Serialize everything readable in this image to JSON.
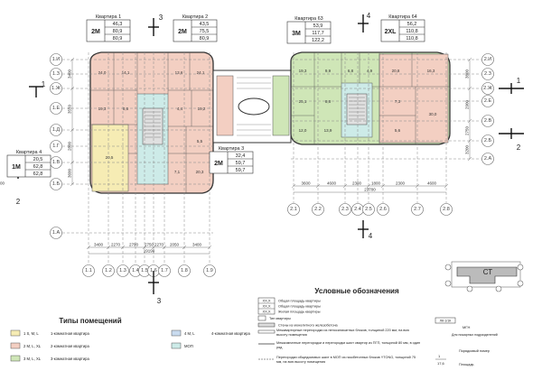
{
  "apartments": {
    "kv1": {
      "title": "Квартира 1",
      "type": "2M",
      "values": [
        "46,3",
        "80,9",
        "80,9"
      ]
    },
    "kv2": {
      "title": "Квартира 2",
      "type": "2M",
      "values": [
        "43,5",
        "75,5",
        "80,9"
      ]
    },
    "kv63": {
      "title": "Квартира 63",
      "type": "3M",
      "values": [
        "53,9",
        "117,7",
        "122,2"
      ]
    },
    "kv64": {
      "title": "Квартира 64",
      "type": "2XL",
      "values": [
        "56,2",
        "110,8",
        "110,8"
      ]
    },
    "kv4": {
      "title": "Квартира 4",
      "type": "1M",
      "values": [
        "20,5",
        "62,8",
        "62,8"
      ]
    },
    "kv3": {
      "title": "Квартира 3",
      "type": "2M",
      "values": [
        "32,4",
        "59,7",
        "59,7"
      ]
    }
  },
  "section_marks": {
    "s1": "1",
    "s2": "2",
    "s3": "3",
    "s4": "4"
  },
  "axes_left": [
    "1.И",
    "1.З",
    "1.Ж",
    "1.Е",
    "1.Д",
    "1.Г",
    "1.В",
    "1.Б",
    "1.А"
  ],
  "axes_right": [
    "2.И",
    "2.З",
    "2.Ж",
    "2.Е",
    "2.В",
    "2.Б",
    "2.А"
  ],
  "axes_bottom_1": [
    "1.1",
    "1.2",
    "1.3",
    "1.4",
    "1.5",
    "1.6",
    "1.7",
    "1.8",
    "1.9"
  ],
  "axes_bottom_2": [
    "2.1",
    "2.2",
    "2.3",
    "2.4",
    "2.5",
    "2.6",
    "2.7",
    "2.8"
  ],
  "dims_bottom_1": [
    "3400",
    "2270",
    "2790",
    "2750",
    "2270",
    "2050",
    "3400"
  ],
  "dims_total_1": "19190",
  "dims_bottom_2": [
    "3600",
    "4600",
    "2300",
    "1800",
    "2300",
    "4600",
    "3700"
  ],
  "dims_total_2": "23700",
  "dims_left": [
    "3400",
    "3550",
    "2800",
    "3600"
  ],
  "dims_right": [
    "3800",
    "2900",
    "2750",
    "3200"
  ],
  "legend": {
    "title": "Условные обозначения",
    "stamp_rows": [
      "XX,X",
      "XX,X",
      "XX,X"
    ],
    "stamp_descs": [
      "Общая площадь квартиры",
      "Общая площадь квартиры",
      "Жилая площадь квартиры"
    ],
    "items": [
      "Тип квартиры",
      "Стены из монолитного железобетона",
      "Межквартирные перегородки из пеносиликатных блоков, толщиной 220 мм, на всю высоту помещения",
      "Межкомнатные перегородки и перегородки шахт квартир из ПГП, толщиной 80 мм, в один ряд",
      "Перегородки общедомовых шахт в МОП из газобетонных блоков YTONG, толщиной 75 мм, на всю высоту помещения"
    ],
    "mgn_code": "ЛК-1/1К",
    "mgn_label": "МГН",
    "fire_label": "Для пожарных подразделений",
    "room_no_label": "Порядковый номер",
    "area_label": "Площадь",
    "room_no": "1",
    "room_area": "17,6",
    "ct_label": "СТ"
  },
  "room_types": {
    "title": "Типы помещений",
    "items": [
      {
        "code": "1 S, M, L",
        "label": "1-комнатная квартира",
        "color": "#f6ecb4"
      },
      {
        "code": "2 M, L, XL",
        "label": "2-комнатная квартира",
        "color": "#f3cfc2"
      },
      {
        "code": "3 M, L, XL",
        "label": "3-комнатная квартира",
        "color": "#cfe6b7"
      },
      {
        "code": "4 M, L",
        "label": "4-комнатная квартира",
        "color": "#c9dbef"
      },
      {
        "code": "МОП",
        "label": "",
        "color": "#cdebe8"
      }
    ]
  },
  "colors": {
    "one_room": "#f6ecb4",
    "two_room": "#f3cfc2",
    "three_room": "#cfe6b7",
    "mop": "#cdebe8",
    "core": "#e0e0e0"
  }
}
